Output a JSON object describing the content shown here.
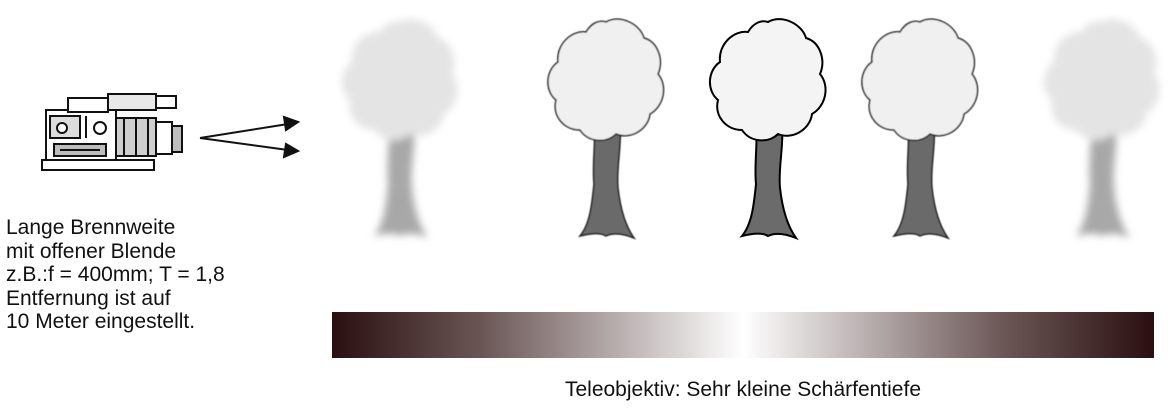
{
  "left_text": {
    "line1": "Lange Brennweite",
    "line2": "mit offener Blende",
    "line3": "z.B.:f = 400mm;  T = 1,8",
    "line4": "Entfernung ist auf",
    "line5": "10 Meter eingestellt."
  },
  "caption": "Teleobjektiv: Sehr kleine Schärfentiefe",
  "icons": {
    "camera": "video-camera-icon",
    "arrows": "arrow-right-icon",
    "trees": "tree-icon"
  },
  "colors": {
    "sharp_trunk": "#6b6b6b",
    "sharp_crown": "#f0f0f0",
    "blurred_crown": "#e4e4e4",
    "blurred_trunk": "#a8a8a8",
    "gradient_dark": "#2a0f10",
    "gradient_light": "#ffffff"
  },
  "trees": [
    {
      "focus": "blurred"
    },
    {
      "focus": "slightly-sharp"
    },
    {
      "focus": "sharp"
    },
    {
      "focus": "slightly-sharp"
    },
    {
      "focus": "blurred"
    }
  ]
}
